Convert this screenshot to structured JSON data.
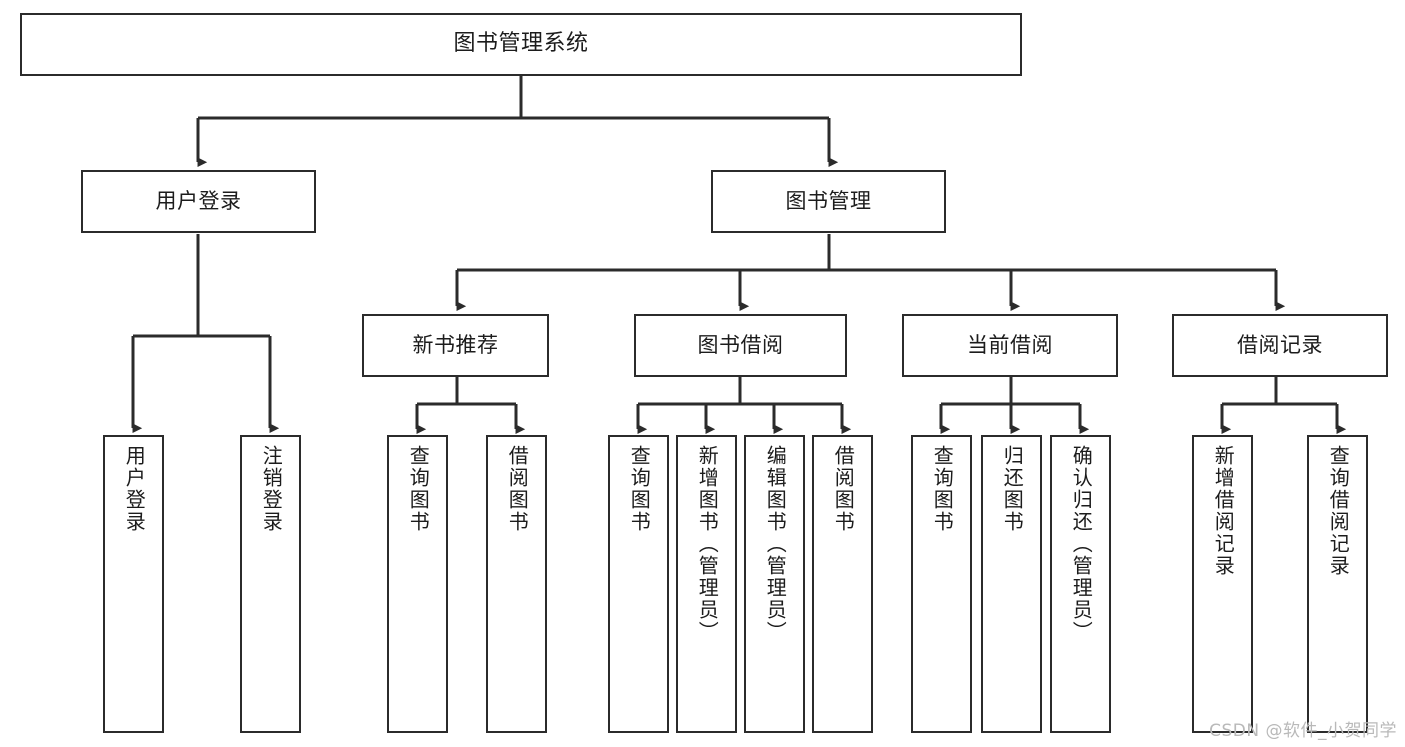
{
  "diagram": {
    "type": "tree-hierarchy",
    "title": "图书管理系统",
    "watermark": "CSDN @软件_小贺同学",
    "colors": {
      "box_stroke": "#2b2b2b",
      "box_fill": "#ffffff",
      "connector": "#2b2b2b",
      "text": "#1c1c1c",
      "watermark": "#b9b9b9"
    },
    "nodes": {
      "root": {
        "label": "图书管理系统"
      },
      "level2": [
        {
          "id": "user-login",
          "label": "用户登录"
        },
        {
          "id": "book-manage",
          "label": "图书管理"
        }
      ],
      "level3": [
        {
          "id": "new-book-recommend",
          "label": "新书推荐"
        },
        {
          "id": "book-borrow",
          "label": "图书借阅"
        },
        {
          "id": "current-borrow",
          "label": "当前借阅"
        },
        {
          "id": "borrow-record",
          "label": "借阅记录"
        }
      ],
      "leaves": {
        "user-login": [
          {
            "id": "leaf-user-login",
            "label": "用户登录"
          },
          {
            "id": "leaf-logout",
            "label": "注销登录"
          }
        ],
        "new-book-recommend": [
          {
            "id": "leaf-query-book-1",
            "label": "查询图书"
          },
          {
            "id": "leaf-borrow-book-1",
            "label": "借阅图书"
          }
        ],
        "book-borrow": [
          {
            "id": "leaf-query-book-2",
            "label": "查询图书"
          },
          {
            "id": "leaf-add-book",
            "label": "新增图书（管理员）"
          },
          {
            "id": "leaf-edit-book",
            "label": "编辑图书（管理员）"
          },
          {
            "id": "leaf-borrow-book-2",
            "label": "借阅图书"
          }
        ],
        "current-borrow": [
          {
            "id": "leaf-query-book-3",
            "label": "查询图书"
          },
          {
            "id": "leaf-return-book",
            "label": "归还图书"
          },
          {
            "id": "leaf-confirm-return",
            "label": "确认归还（管理员）"
          }
        ],
        "borrow-record": [
          {
            "id": "leaf-add-record",
            "label": "新增借阅记录"
          },
          {
            "id": "leaf-query-record",
            "label": "查询借阅记录"
          }
        ]
      }
    }
  }
}
